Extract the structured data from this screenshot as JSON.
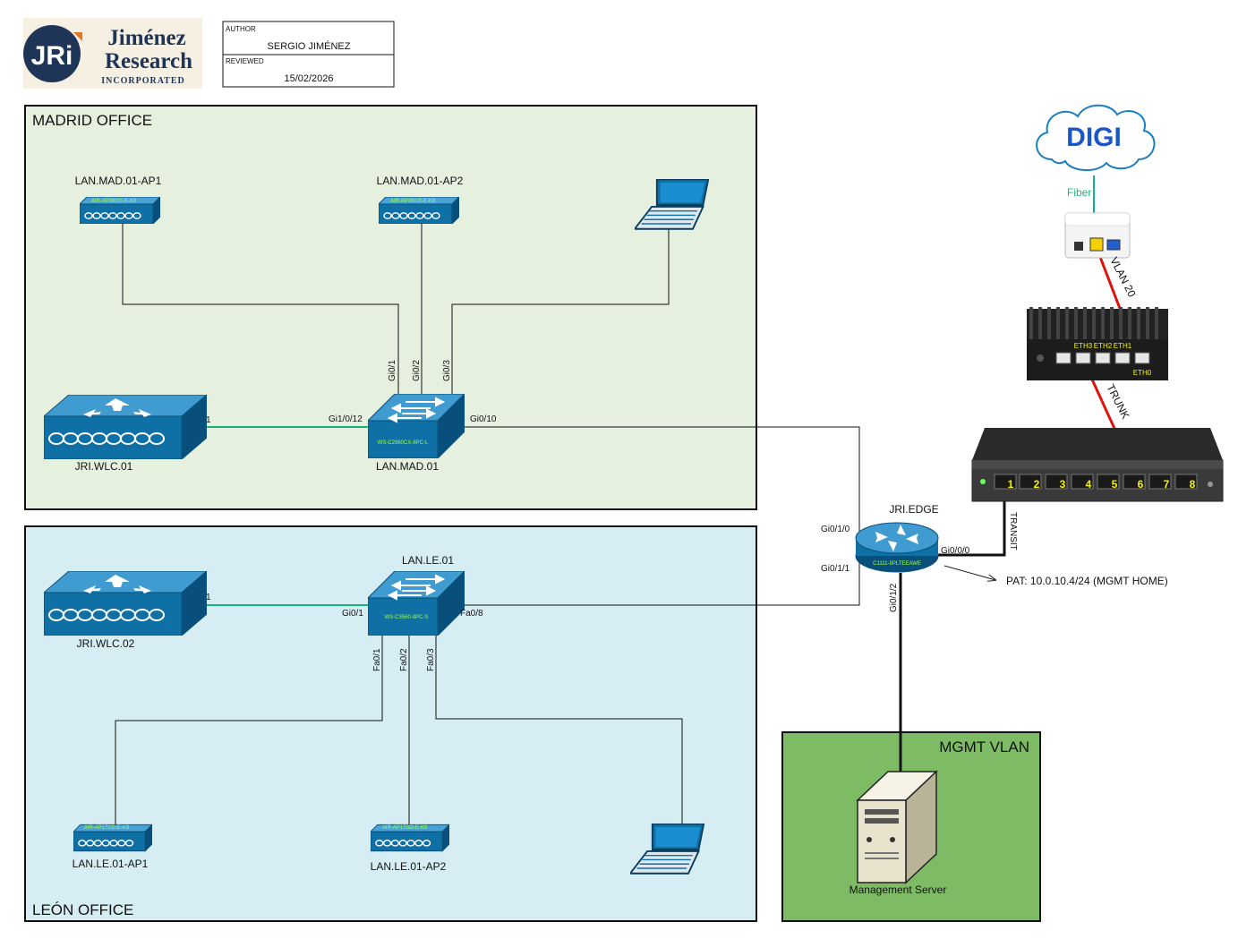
{
  "logo": {
    "monogram": "JRi",
    "name_line1": "Jiménez",
    "name_line2": "Research",
    "name_line3": "INCORPORATED"
  },
  "meta": {
    "author_label": "AUTHOR",
    "author": "SERGIO JIMÉNEZ",
    "reviewed_label": "REVIEWED",
    "reviewed": "15/02/2026"
  },
  "zones": {
    "madrid": "MADRID OFFICE",
    "leon": "LEÓN OFFICE",
    "mgmt": "MGMT VLAN"
  },
  "devices": {
    "mad_ap1": {
      "name": "LAN.MAD.01-AP1",
      "model": "AIR-AP3802I-E-K9"
    },
    "mad_ap2": {
      "name": "LAN.MAD.01-AP2",
      "model": "AIR-AP3802I-E-K9"
    },
    "mad_switch": {
      "name": "LAN.MAD.01",
      "model": "WS-C2960CX-8PC-L"
    },
    "wlc1": {
      "name": "JRI.WLC.01"
    },
    "wlc2": {
      "name": "JRI.WLC.02"
    },
    "le_switch": {
      "name": "LAN.LE.01",
      "model": "WS-C3560-8PC-S"
    },
    "le_ap1": {
      "name": "LAN.LE.01-AP1",
      "model": "AIR-AP1702I-E-K9"
    },
    "le_ap2": {
      "name": "LAN.LE.01-AP2",
      "model": "AIR-AP1702I-E-K9"
    },
    "edge": {
      "name": "JRI.EDGE",
      "model": "C1111-8PLTEEAWE"
    },
    "server": {
      "name": "Management Server"
    },
    "isp": {
      "name": "DIGI"
    }
  },
  "ports": {
    "mad_gi01": "Gi0/1",
    "mad_gi02": "Gi0/2",
    "mad_gi03": "Gi0/3",
    "mad_gi1012": "Gi1/0/12",
    "mad_gi010": "Gi0/10",
    "wlc1_p": "1",
    "le_gi01": "Gi0/1",
    "le_fa08": "Fa0/8",
    "wlc2_p": "1",
    "le_fa01": "Fa0/1",
    "le_fa02": "Fa0/2",
    "le_fa03": "Fa0/3",
    "edge_gi010": "Gi0/1/0",
    "edge_gi011": "Gi0/1/1",
    "edge_gi000": "Gi0/0/0",
    "edge_gi012": "Gi0/1/2"
  },
  "links": {
    "fiber": "Fiber",
    "vlan20": "VLAN 20",
    "trunk": "TRUNK",
    "transit": "TRANSIT",
    "pat": "PAT: 10.0.10.4/24 (MGMT HOME)"
  },
  "firewall_ports": {
    "eth3": "ETH3",
    "eth2": "ETH2",
    "eth1": "ETH1",
    "eth0": "ETH0"
  },
  "switch_ports": [
    "1",
    "2",
    "3",
    "4",
    "5",
    "6",
    "7",
    "8"
  ],
  "colors": {
    "madrid_fill": "#e6f0de",
    "leon_fill": "#d6edf4",
    "mgmt_fill": "#7dbc64",
    "cisco_blue": "#0f70a5",
    "link_green": "#13b57d",
    "link_red": "#e0120e"
  }
}
